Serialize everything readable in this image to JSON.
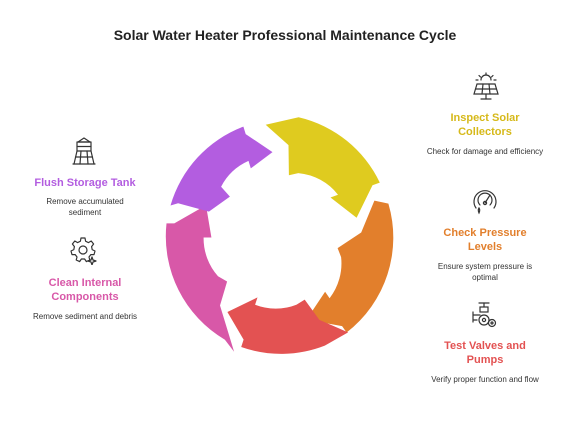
{
  "title": "Solar Water Heater Professional Maintenance Cycle",
  "colors": {
    "inspect": "#DFCB1F",
    "pressure": "#E27F2C",
    "valves": "#E35252",
    "clean": "#D858A8",
    "flush": "#B35DE0"
  },
  "steps": {
    "inspect": {
      "label": "Inspect Solar Collectors",
      "description": "Check for damage and efficiency",
      "icon": "solar-panel-sun-icon"
    },
    "pressure": {
      "label": "Check Pressure Levels",
      "description": "Ensure system pressure is optimal",
      "icon": "pressure-gauge-icon"
    },
    "valves": {
      "label": "Test Valves and Pumps",
      "description": "Verify proper function and flow",
      "icon": "valve-pump-icon"
    },
    "clean": {
      "label": "Clean Internal Components",
      "description": "Remove sediment and debris",
      "icon": "gear-sparkle-icon"
    },
    "flush": {
      "label": "Flush Storage Tank",
      "description": "Remove accumulated sediment",
      "icon": "water-tower-icon"
    }
  }
}
